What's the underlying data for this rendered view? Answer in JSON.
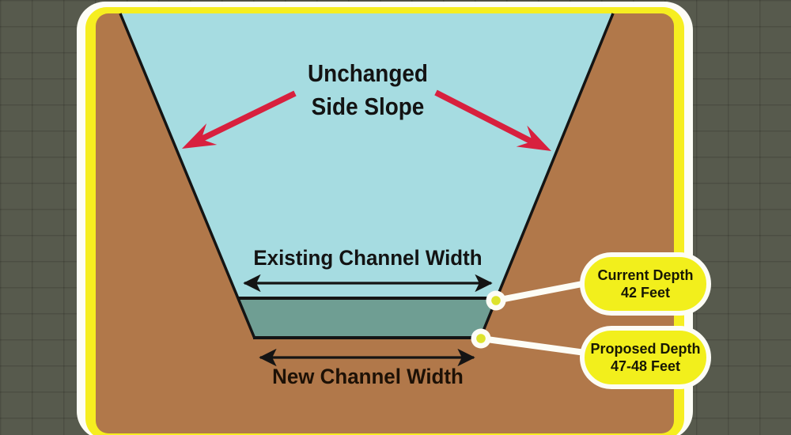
{
  "figure": {
    "type": "channel-dredging-cross-section-diagram"
  },
  "labels": {
    "side_slope_line1": "Unchanged",
    "side_slope_line2": "Side Slope",
    "existing_channel_width": "Existing Channel Width",
    "new_channel_width": "New Channel Width"
  },
  "callouts": [
    {
      "name": "current-depth",
      "line1": "Current Depth",
      "line2": "42 Feet"
    },
    {
      "name": "proposed-depth",
      "line1": "Proposed Depth",
      "line2": "47-48 Feet"
    }
  ],
  "colors": {
    "background": "#575a4d",
    "panel_border_outer": "#fdfdf6",
    "panel_border_inner": "#f6ee20",
    "earth": "#b1784a",
    "water": "#a6dce1",
    "dredge_layer": "#6f9e93",
    "arrow_red": "#d8203e",
    "callout_fill": "#f2ef1c",
    "line_black": "#141414",
    "dot_core": "#dde32d",
    "label_ink": "#131313"
  }
}
